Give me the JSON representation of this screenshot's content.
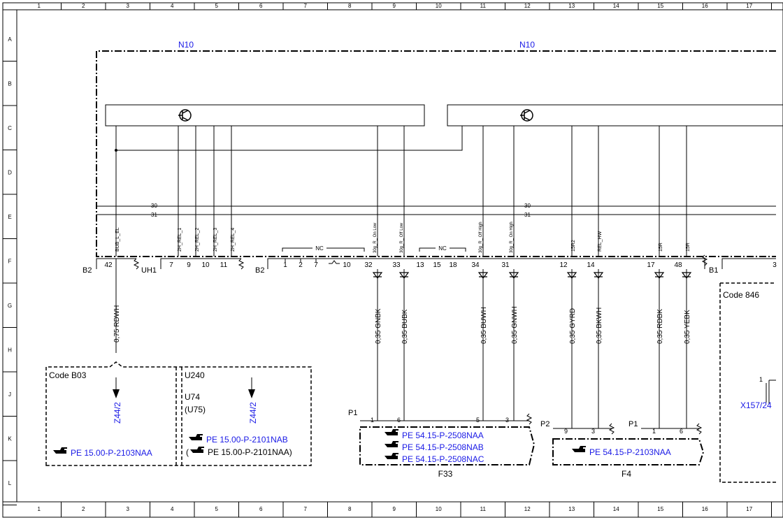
{
  "grid": {
    "columns": [
      "1",
      "2",
      "3",
      "4",
      "5",
      "6",
      "7",
      "8",
      "9",
      "10",
      "11",
      "12",
      "13",
      "14",
      "15",
      "16",
      "17"
    ],
    "rows": [
      "A",
      "B",
      "C",
      "D",
      "E",
      "F",
      "G",
      "H",
      "J",
      "K",
      "L"
    ]
  },
  "module": {
    "label_left": "N10",
    "label_right": "N10",
    "bus_lines": [
      "30",
      "31"
    ]
  },
  "connectors": {
    "b2_left": "B2",
    "uh1": "UH1",
    "b2_mid": "B2",
    "b1": "B1"
  },
  "pin_signals": {
    "bub": "BUB_L_EL",
    "rel1": "2H_REL_1",
    "rel2": "2H_REL_2",
    "rel3": "2H_REL_3",
    "rel4": "2H_REL_4",
    "nc1": "NC",
    "s32": "30g_R_ On Low",
    "s33": "30g_R_ Off Low",
    "nc2": "NC",
    "s34": "30g_R_ Off High",
    "s31": "30g_R_ On High",
    "s12": "15R2",
    "s14": "REL_HW",
    "s17": "15R",
    "s48": "15R"
  },
  "pins": {
    "p42": "42",
    "p7": "7",
    "p9": "9",
    "p10": "10",
    "p11": "11",
    "m1": "1",
    "m2": "2",
    "m7": "7",
    "m10": "10",
    "p32": "32",
    "p33": "33",
    "m13": "13",
    "m15": "15",
    "m18": "18",
    "p34": "34",
    "p31": "31",
    "p12": "12",
    "p14": "14",
    "p17": "17",
    "p48": "48",
    "p3": "3"
  },
  "wires": {
    "w_rdwh": "0,75 RDWH",
    "w_gnbk": "0,35 GNBK",
    "w_bubk": "0,35 BUBK",
    "w_buwh": "0,35 BUWH",
    "w_gnwh": "0,35 GNWH",
    "w_gyrd": "0,35 GYRD",
    "w_bkwh": "0,35 BKWH",
    "w_rdbk": "0,35 RDBK",
    "w_yebk": "0,35 YEBK"
  },
  "boxes": {
    "code_b03": "Code B03",
    "z44_a": "Z44/2",
    "pe_a": "PE 15.00-P-2103NAA",
    "u240": "U240",
    "u74": "U74",
    "u75": "(U75)",
    "z44_b": "Z44/2",
    "pe_b1": "PE 15.00-P-2101NAB",
    "pe_b2": "PE 15.00-P-2101NAA)",
    "pe_b2_open": "(",
    "f33_p1": "P1",
    "f33_pin1": "1",
    "f33_pin6": "6",
    "f33_pin5": "5",
    "f33_pin3": "3",
    "f33_pe1": "PE 54.15-P-2508NAA",
    "f33_pe2": "PE 54.15-P-2508NAB",
    "f33_pe3": "PE 54.15-P-2508NAC",
    "f33": "F33",
    "f4_p2": "P2",
    "f4_pin9": "9",
    "f4_pin3": "3",
    "f4_p1": "P1",
    "f4_pin1": "1",
    "f4_pin6": "6",
    "f4_pe": "PE 54.15-P-2103NAA",
    "f4": "F4",
    "code846": "Code 846",
    "x157_pin": "1",
    "x157": "X157/24"
  },
  "colors": {
    "link": "#1a1ae6",
    "line": "#000000"
  }
}
